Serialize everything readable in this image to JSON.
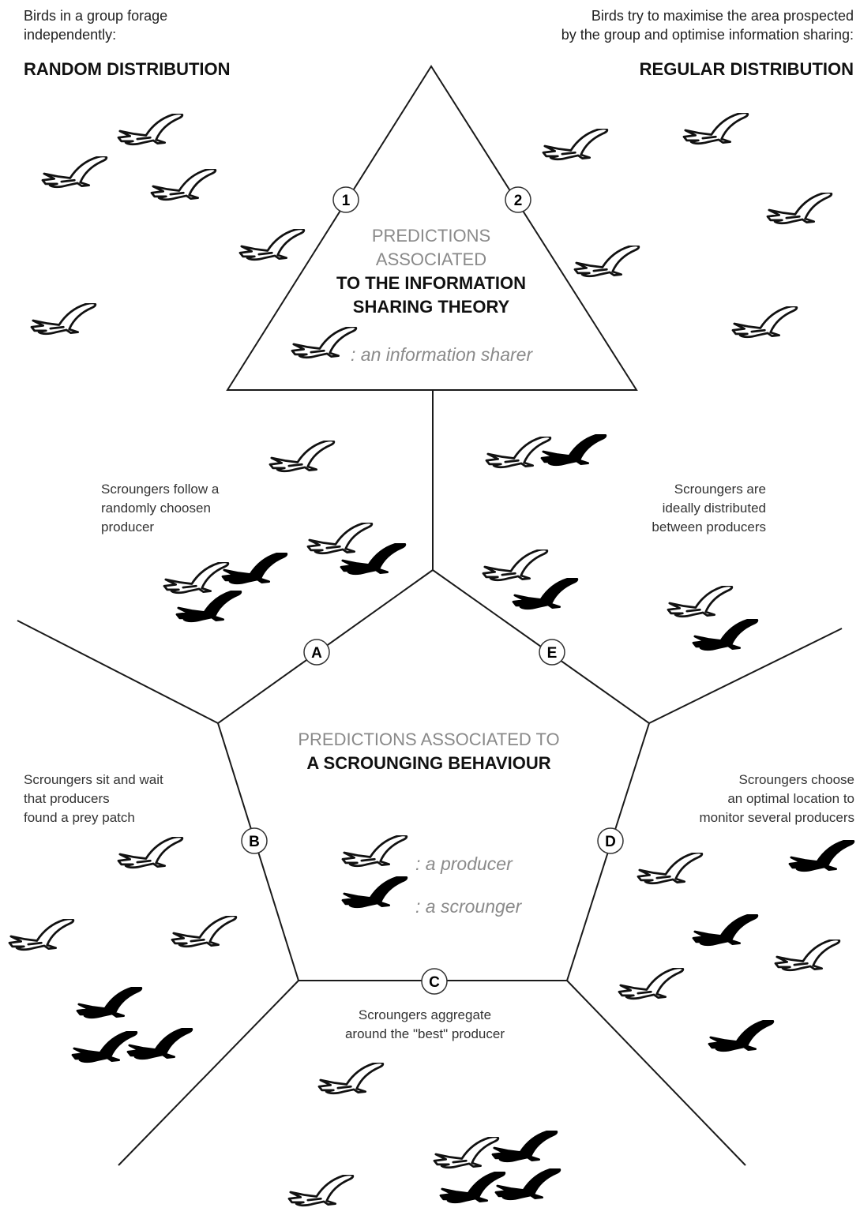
{
  "top_left": {
    "caption_line1": "Birds in a group forage",
    "caption_line2": "independently:",
    "title": "RANDOM DISTRIBUTION"
  },
  "top_right": {
    "caption_line1": "Birds try to maximise the area prospected",
    "caption_line2": "by the group and optimise information sharing:",
    "title": "REGULAR DISTRIBUTION"
  },
  "triangle": {
    "heading_line1": "PREDICTIONS",
    "heading_line2": "ASSOCIATED",
    "heading_line3": "TO THE INFORMATION",
    "heading_line4": "SHARING THEORY",
    "legend_sharer": ": an information sharer",
    "marker_1": "1",
    "marker_2": "2"
  },
  "pentagon": {
    "heading_line1": "PREDICTIONS ASSOCIATED TO",
    "heading_line2": "A SCROUNGING BEHAVIOUR",
    "legend_producer": ": a producer",
    "legend_scrounger": ": a scrounger"
  },
  "regions": {
    "A": {
      "marker": "A",
      "line1": "Scroungers follow a",
      "line2": "randomly choosen",
      "line3": "producer"
    },
    "E": {
      "marker": "E",
      "line1": "Scroungers are",
      "line2": "ideally distributed",
      "line3": "between producers"
    },
    "B": {
      "marker": "B",
      "line1": "Scroungers sit and wait",
      "line2": "that producers",
      "line3": "found a prey patch"
    },
    "D": {
      "marker": "D",
      "line1": "Scroungers choose",
      "line2": "an optimal location to",
      "line3": "monitor several producers"
    },
    "C": {
      "marker": "C",
      "line1": "Scroungers aggregate",
      "line2": "around the \"best\" producer"
    }
  },
  "colors": {
    "line": "#1a1a1a",
    "producer_bird": "#ffffff",
    "scrounger_bird": "#000000",
    "gray_text": "#8a8a8a"
  },
  "icons": [
    "white-bird-icon",
    "black-bird-icon",
    "circle-marker"
  ]
}
